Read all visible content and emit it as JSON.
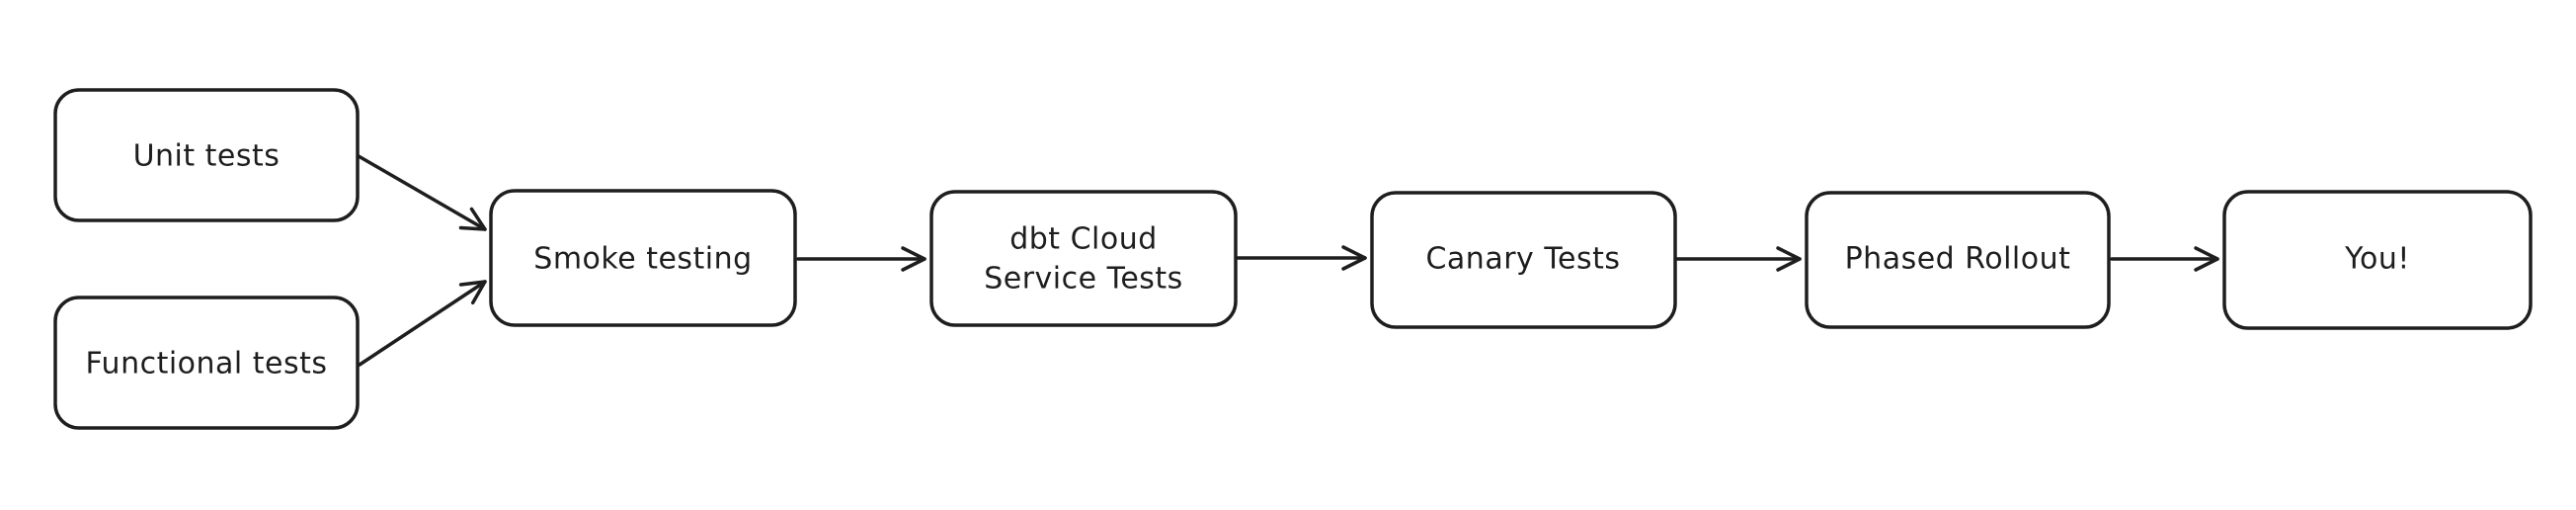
{
  "diagram": {
    "type": "flowchart",
    "background_color": "#ffffff",
    "stroke_color": "#1e1e1e",
    "node_fill_color": "#ffffff",
    "nodes": [
      {
        "id": "unit-tests",
        "label": "Unit tests"
      },
      {
        "id": "functional-tests",
        "label": "Functional tests"
      },
      {
        "id": "smoke-testing",
        "label": "Smoke testing"
      },
      {
        "id": "dbt-cloud-service-tests",
        "label": "dbt Cloud Service Tests",
        "lines": [
          "dbt Cloud",
          "Service Tests"
        ]
      },
      {
        "id": "canary-tests",
        "label": "Canary Tests"
      },
      {
        "id": "phased-rollout",
        "label": "Phased Rollout"
      },
      {
        "id": "you",
        "label": "You!"
      }
    ],
    "edges": [
      {
        "from": "unit-tests",
        "to": "smoke-testing"
      },
      {
        "from": "functional-tests",
        "to": "smoke-testing"
      },
      {
        "from": "smoke-testing",
        "to": "dbt-cloud-service-tests"
      },
      {
        "from": "dbt-cloud-service-tests",
        "to": "canary-tests"
      },
      {
        "from": "canary-tests",
        "to": "phased-rollout"
      },
      {
        "from": "phased-rollout",
        "to": "you"
      }
    ]
  }
}
